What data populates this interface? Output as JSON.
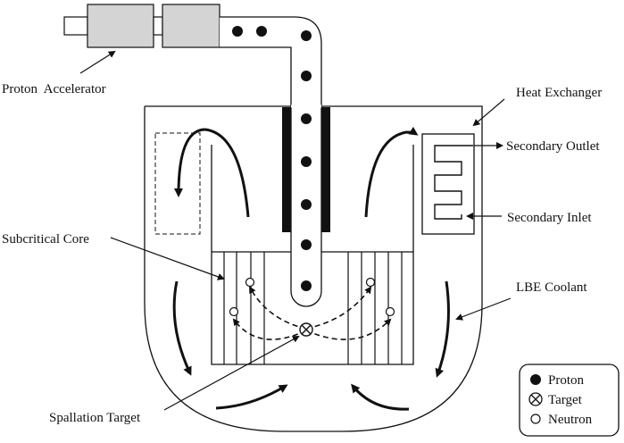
{
  "labels": {
    "proton_accelerator": "Proton  Accelerator",
    "heat_exchanger": "Heat Exchanger",
    "secondary_outlet": "Secondary Outlet",
    "secondary_inlet": "Secondary Inlet",
    "subcritical_core": "Subcritical Core",
    "lbe_coolant": "LBE Coolant",
    "spallation_target": "Spallation Target"
  },
  "legend": {
    "items": [
      {
        "symbol": "filled-circle",
        "label": "Proton"
      },
      {
        "symbol": "circle-cross",
        "label": "Target"
      },
      {
        "symbol": "open-circle",
        "label": "Neutron"
      }
    ]
  },
  "colors": {
    "line": "#111111",
    "accelerator_fill": "#d4d4d4",
    "background": "#ffffff"
  }
}
